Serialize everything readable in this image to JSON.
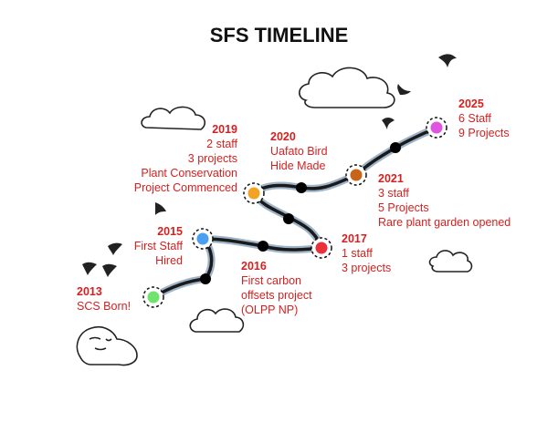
{
  "title": "SFS TIMELINE",
  "milestones": [
    {
      "year": "2013",
      "lines": [
        "SCS Born!"
      ],
      "color": "#6ee36e"
    },
    {
      "year": "2015",
      "lines": [
        "First Staff",
        "Hired"
      ],
      "color": "#4a9ff0"
    },
    {
      "year": "2016",
      "lines": [
        "First carbon",
        "offsets project",
        "(OLPP NP)"
      ],
      "color": "#111111"
    },
    {
      "year": "2017",
      "lines": [
        "1 staff",
        "3 projects"
      ],
      "color": "#e8323b"
    },
    {
      "year": "2019",
      "lines": [
        "2 staff",
        "3 projects",
        "Plant Conservation",
        "Project Commenced"
      ],
      "color": "#f2a323"
    },
    {
      "year": "2020",
      "lines": [
        "Uafato Bird",
        "Hide Made"
      ],
      "color": "#111111"
    },
    {
      "year": "2021",
      "lines": [
        "3 staff",
        "5 Projects",
        "Rare plant garden opened"
      ],
      "color": "#c8641a"
    },
    {
      "year": "2025",
      "lines": [
        "6 Staff",
        "9 Projects"
      ],
      "color": "#e055e0"
    }
  ],
  "colors": {
    "label": "#d61f1f",
    "path": "#1a1a1a",
    "path_glow": "#9fb4c8"
  },
  "decorations": [
    "cloud-icon",
    "bird-icon",
    "sleeping-baby-icon"
  ]
}
